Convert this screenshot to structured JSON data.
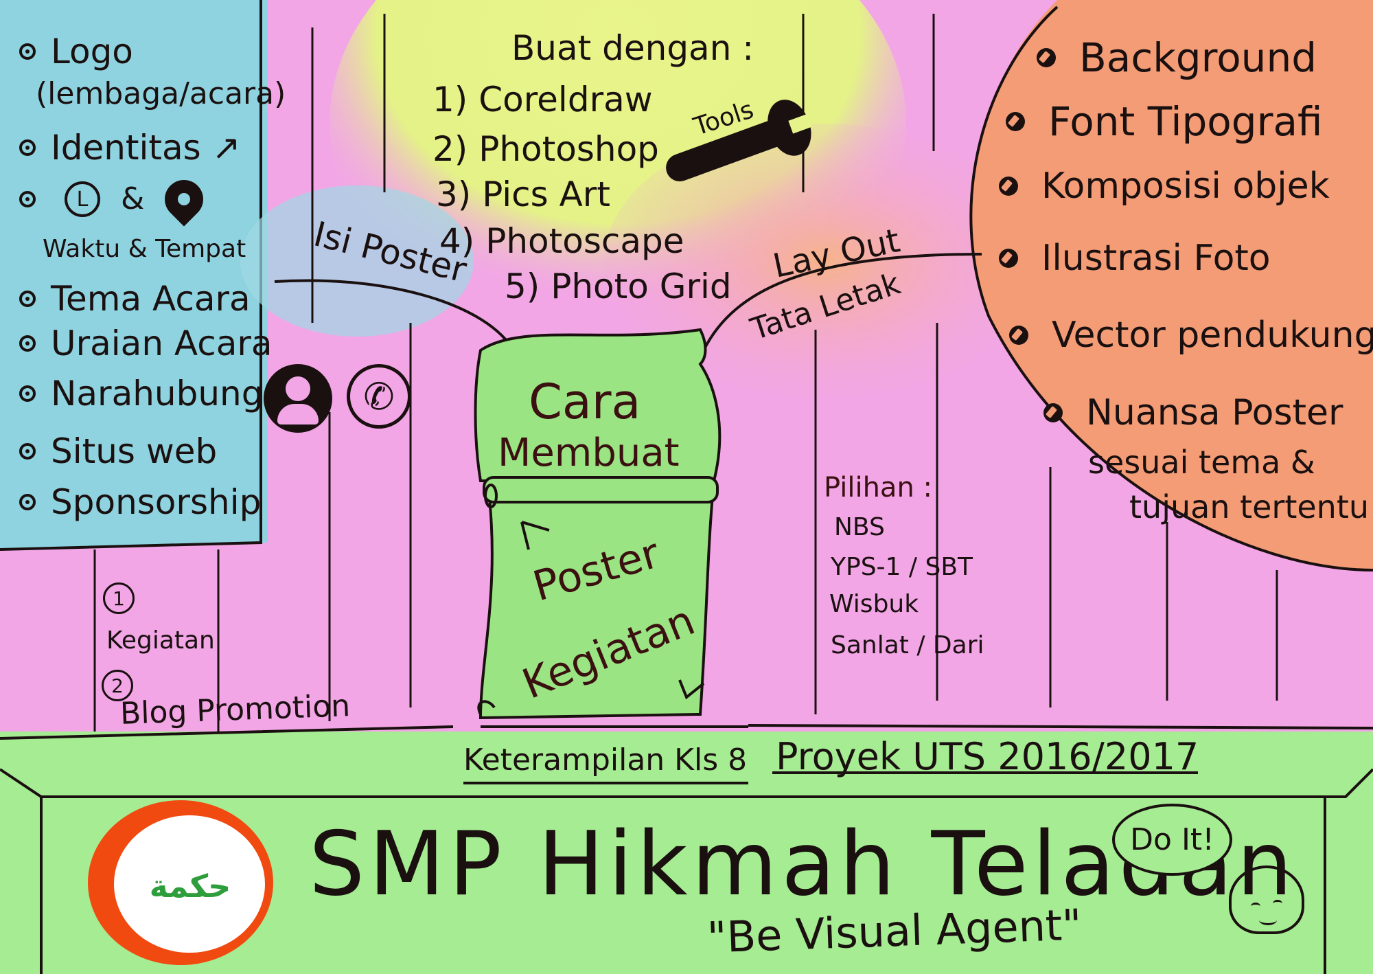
{
  "left_panel": {
    "items": [
      {
        "label": "Logo"
      },
      {
        "label": "(lembaga/acara)"
      },
      {
        "label": "Identitas"
      },
      {
        "label": "&"
      },
      {
        "label": "Waktu & Tempat"
      },
      {
        "label": "Tema Acara"
      },
      {
        "label": "Uraian Acara"
      },
      {
        "label": "Narahubung"
      },
      {
        "label": "Situs web"
      },
      {
        "label": "Sponsorship"
      }
    ]
  },
  "media": {
    "one": "1",
    "kegiatan": "Kegiatan",
    "two": "2",
    "blog": "Blog Promotion"
  },
  "top_tools": {
    "heading": "Buat dengan :",
    "list": [
      "1) Coreldraw",
      "2) Photoshop",
      "3) Pics Art",
      "4) Photoscape",
      "5) Photo Grid"
    ],
    "tools_label": "Tools"
  },
  "branch_labels": {
    "isi_poster": "Isi Poster",
    "lay_out": "Lay Out",
    "tata_letak": "Tata Letak"
  },
  "center_scroll": {
    "line1": "Cara",
    "line2": "Membuat",
    "line3": "Poster",
    "line4": "Kegiatan"
  },
  "right_panel": {
    "items": [
      "Background",
      "Font Tipografi",
      "Komposisi objek",
      "Ilustrasi Foto",
      "Vector pendukung",
      "Nuansa Poster"
    ],
    "nuansa_sub1": "sesuai tema &",
    "nuansa_sub2": "tujuan tertentu"
  },
  "pilihan": {
    "heading": "Pilihan :",
    "options": [
      "NBS",
      "YPS-1 / SBT",
      "Wisbuk",
      "Sanlat / Dari"
    ]
  },
  "footer": {
    "class_label": "Keterampilan Kls 8",
    "project_label": "Proyek UTS 2016/2017",
    "school": "SMP Hikmah Teladan",
    "motto": "\"Be Visual Agent\"",
    "speech": "Do It!",
    "logo_text": "حكمة"
  },
  "colors": {
    "pink": "#f2a6e6",
    "cyan": "#8fd3e0",
    "yellow": "#e6f28a",
    "orange": "#f39c76",
    "green": "#a6ec93",
    "scroll_green": "#9be483",
    "logo_orange": "#f04a10",
    "logo_green": "#2e9e3c"
  }
}
